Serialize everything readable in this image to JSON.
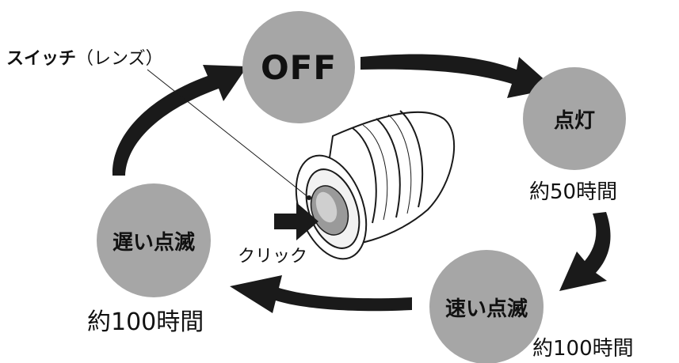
{
  "diagram": {
    "states": {
      "off": {
        "label": "OFF"
      },
      "lit": {
        "label": "点灯",
        "duration": "約50時間"
      },
      "fast_blink": {
        "label": "速い点滅",
        "duration": "約100時間"
      },
      "slow_blink": {
        "label": "遅い点滅",
        "duration": "約100時間"
      }
    },
    "switch_callout": {
      "bold": "スイッチ",
      "note": "（レンズ）"
    },
    "click_label": "クリック",
    "colors": {
      "state_fill": "#a6a6a6",
      "arrow": "#1a1a1a",
      "text": "#111111"
    },
    "cycle": [
      "off",
      "lit",
      "fast_blink",
      "slow_blink",
      "off"
    ]
  }
}
